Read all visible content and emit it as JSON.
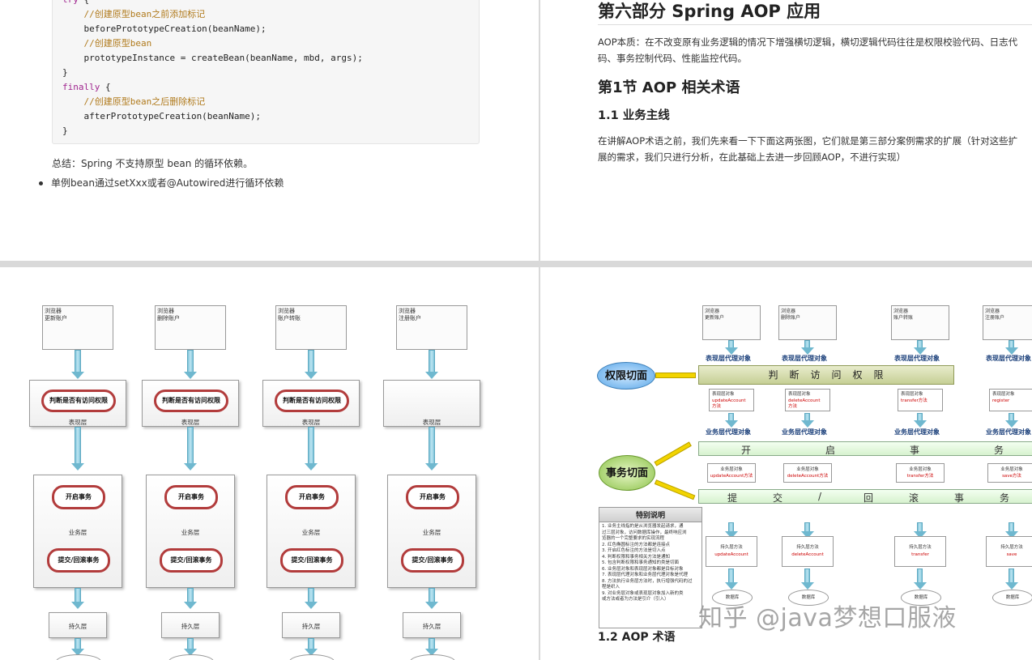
{
  "page1": {
    "code_lines": [
      {
        "kw": "try",
        "text": " {"
      },
      {
        "cm": "    //创建原型bean之前添加标记"
      },
      {
        "text": "    beforePrototypeCreation(beanName);"
      },
      {
        "cm": "    //创建原型bean"
      },
      {
        "text": "    prototypeInstance = createBean(beanName, mbd, args);"
      },
      {
        "text": "}"
      },
      {
        "kw": "finally",
        "text": " {"
      },
      {
        "cm": "    //创建原型bean之后删除标记"
      },
      {
        "text": "    afterPrototypeCreation(beanName);"
      },
      {
        "text": "}"
      }
    ],
    "summary": "总结：Spring 不支持原型 bean 的循环依赖。",
    "bullet": "单例bean通过setXxx或者@Autowired进行循环依赖"
  },
  "page2": {
    "title": "第六部分 Spring AOP 应用",
    "intro_1": "AOP本质：在不改变原有业务逻辑的情况下增强横切逻辑，横切逻辑代码往往是权限校验代码、日志代",
    "intro_2": "码、事务控制代码、性能监控代码。",
    "section": "第1节 AOP 相关术语",
    "subsection": "1.1 业务主线",
    "para_1": "在讲解AOP术语之前，我们先来看一下下面这两张图，它们就是第三部分案例需求的扩展（针对这些扩",
    "para_2": "展的需求，我们只进行分析，在此基础上去进一步回顾AOP，不进行实现）"
  },
  "page3": {
    "columns": [
      {
        "browser_1": "浏览器",
        "browser_2": "更新账户",
        "check": "判断是否有访问权限",
        "presentation": "表现层",
        "begin": "开启事务",
        "service": "业务层",
        "commit": "提交/回滚事务",
        "persistence": "持久层"
      },
      {
        "browser_1": "浏览器",
        "browser_2": "删除账户",
        "check": "判断是否有访问权限",
        "presentation": "表现层",
        "begin": "开启事务",
        "service": "业务层",
        "commit": "提交/回滚事务",
        "persistence": "持久层"
      },
      {
        "browser_1": "浏览器",
        "browser_2": "账户转账",
        "check": "判断是否有访问权限",
        "presentation": "表现层",
        "begin": "开启事务",
        "service": "业务层",
        "commit": "提交/回滚事务",
        "persistence": "持久层"
      },
      {
        "browser_1": "浏览器",
        "browser_2": "注册账户",
        "check": "",
        "presentation": "表现层",
        "begin": "开启事务",
        "service": "业务层",
        "commit": "提交/回滚事务",
        "persistence": "持久层"
      }
    ]
  },
  "page4": {
    "browsers": [
      {
        "l1": "浏览器",
        "l2": "更新账户"
      },
      {
        "l1": "浏览器",
        "l2": "删除账户"
      },
      {
        "l1": "浏览器",
        "l2": "账户转账"
      },
      {
        "l1": "浏览器",
        "l2": "注册账户"
      }
    ],
    "proxy_label": "表现层代理对象",
    "service_proxy_label": "业务层代理对象",
    "auth_bubble": "权限切面",
    "tx_bubble": "事务切面",
    "auth_bar": "判　断　访　问　权　限",
    "begin_bar": [
      "开",
      "启",
      "事",
      "务"
    ],
    "commit_bar": [
      "提",
      "交",
      "/",
      "回",
      "滚",
      "事",
      "务"
    ],
    "pres_objs": [
      {
        "l1": "表现层对象",
        "l2": "updateAccount",
        "l3": "方法"
      },
      {
        "l1": "表现层对象",
        "l2": "deleteAccount",
        "l3": "方法"
      },
      {
        "l1": "表现层对象",
        "l2": "transfer方法",
        "l3": ""
      },
      {
        "l1": "表现层对象",
        "l2": "register",
        "l3": ""
      }
    ],
    "svc_objs": [
      {
        "l1": "业务层对象",
        "l2": "updateAccount方法"
      },
      {
        "l1": "业务层对象",
        "l2": "deleteAccount方法"
      },
      {
        "l1": "业务层对象",
        "l2": "transfer方法"
      },
      {
        "l1": "业务层对象",
        "l2": "save方法"
      }
    ],
    "dao_objs": [
      {
        "l1": "持久层方法",
        "l2": "updateAccount"
      },
      {
        "l1": "持久层方法",
        "l2": "deleteAccount"
      },
      {
        "l1": "持久层方法",
        "l2": "transfer"
      },
      {
        "l1": "持久层方法",
        "l2": "save"
      }
    ],
    "db": "数据库",
    "note_title": "特别说明",
    "note_lines": [
      "1. 业务主线指的是从浏览器发起请求，通",
      "过三层对象，访问数据库操作，最终响应浏",
      "览器的一个完整要求的实现流程",
      "2. 红色椭圆标注的方法都是连接点",
      "3. 开启红色标注的方法是切入点",
      "4. 判断权限和事务相关方法是通知",
      "5. 包含判断权限和事务通知的类是切面",
      "6. 业务层对象和表现层对象都是目标对象",
      "7. 表现层代理对象和业务层代理对象是代理",
      "8. 方法执行业务层方法时，执行增强代码的过",
      "程是织入",
      "9. 对业务层对象或表现层对象加入新的类",
      "或方法或者为方法是引介（引入）"
    ],
    "watermark": "知乎 @java梦想口服液",
    "subsection": "1.2 AOP 术语"
  }
}
